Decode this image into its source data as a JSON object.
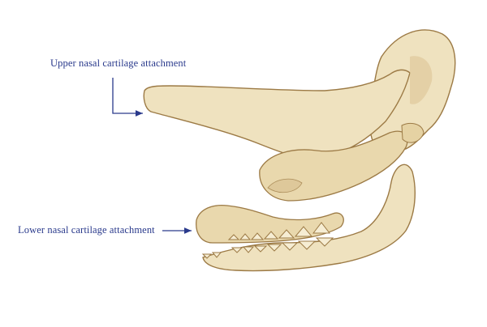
{
  "labels": {
    "upper": "Upper nasal cartilage attachment",
    "lower": "Lower nasal cartilage attachment"
  },
  "colors": {
    "bone_fill": "#efe2bf",
    "bone_shade": "#dcc596",
    "bone_outline": "#9c7a45",
    "label_text": "#2a3a8c",
    "leader_line": "#2a3a8c"
  },
  "figure": {
    "subject": "rhinoceros-skull",
    "view": "lateral"
  }
}
